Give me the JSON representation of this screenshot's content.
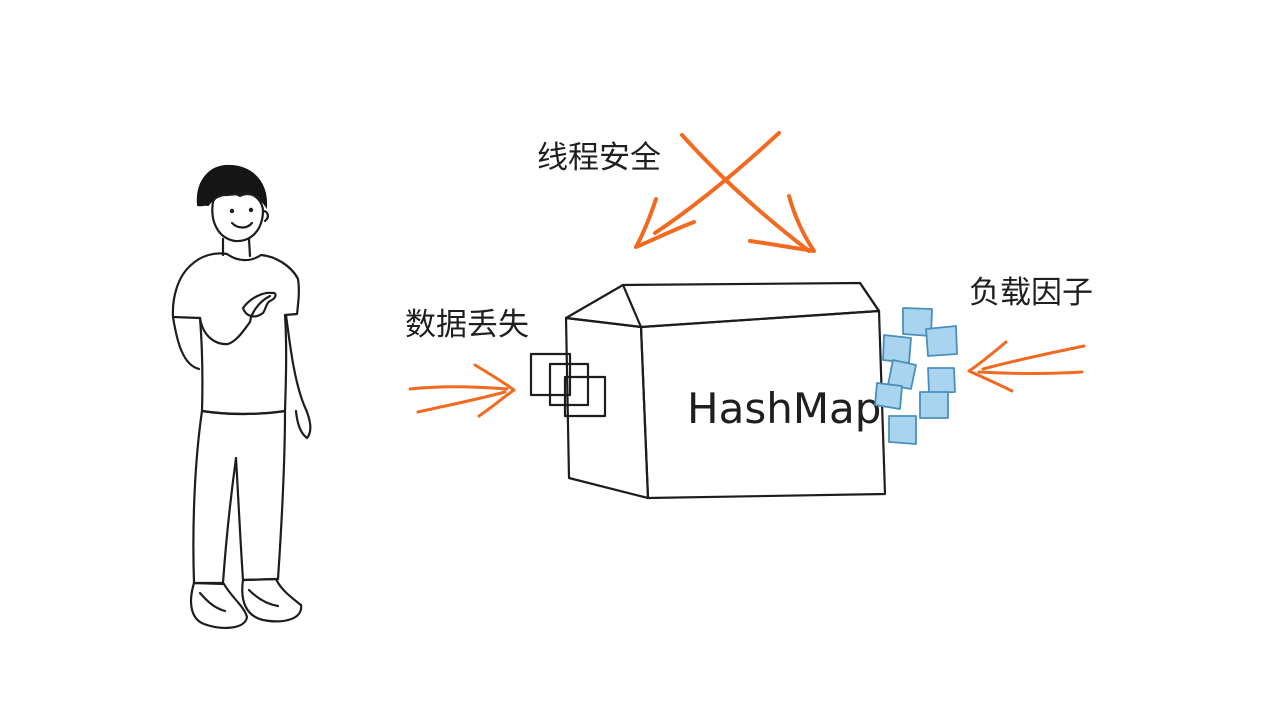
{
  "diagram": {
    "box_label": "HashMap",
    "labels": {
      "thread_safety": "线程安全",
      "data_loss": "数据丢失",
      "load_factor": "负载因子"
    },
    "colors": {
      "arrow": "#f26a1f",
      "note_blue": "#a9d4f0",
      "note_blue_stroke": "#4a8fb8",
      "shirt": "#ffffff",
      "pants": "#55606d",
      "shoes": "#2f7fd0",
      "hair": "#151515",
      "ink": "#1d1d1d"
    },
    "icons": {
      "person": "person-pointing-icon",
      "box": "box-icon",
      "papers": "stacked-papers-icon",
      "sticky_notes": "sticky-notes-icon"
    }
  }
}
